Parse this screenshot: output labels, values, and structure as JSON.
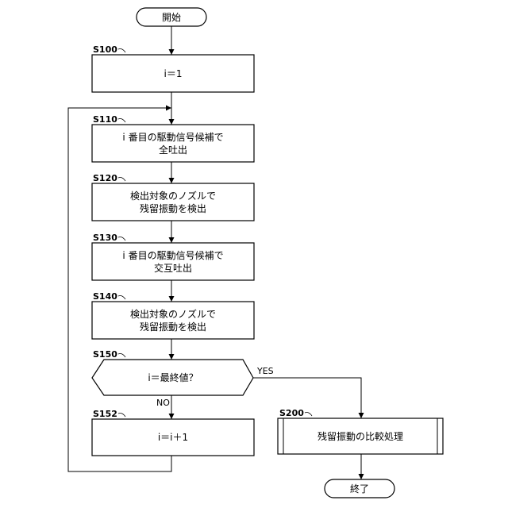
{
  "flowchart": {
    "start": "開始",
    "end": "終了",
    "steps": {
      "s100": {
        "label": "S100",
        "lines": [
          "i＝1"
        ]
      },
      "s110": {
        "label": "S110",
        "lines": [
          "i 番目の駆動信号候補で",
          "全吐出"
        ]
      },
      "s120": {
        "label": "S120",
        "lines": [
          "検出対象のノズルで",
          "残留振動を検出"
        ]
      },
      "s130": {
        "label": "S130",
        "lines": [
          "i 番目の駆動信号候補で",
          "交互吐出"
        ]
      },
      "s140": {
        "label": "S140",
        "lines": [
          "検出対象のノズルで",
          "残留振動を検出"
        ]
      },
      "s150": {
        "label": "S150",
        "lines": [
          "i＝最終値？"
        ]
      },
      "s152": {
        "label": "S152",
        "lines": [
          "i＝i＋1"
        ]
      },
      "s200": {
        "label": "S200",
        "lines": [
          "残留振動の比較処理"
        ]
      }
    },
    "branches": {
      "yes": "YES",
      "no": "NO"
    }
  }
}
